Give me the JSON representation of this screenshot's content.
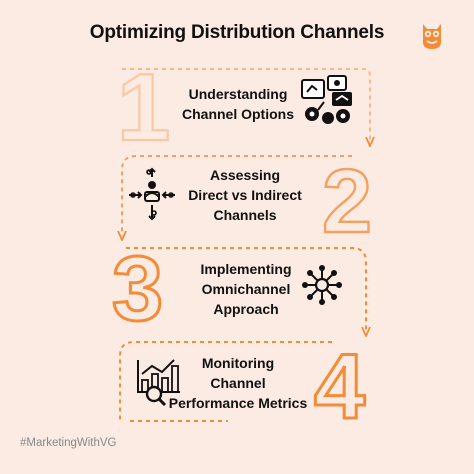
{
  "title": "Optimizing Distribution Channels",
  "brand_color": "#f28c38",
  "steps": [
    {
      "number": "1",
      "lines": [
        "Understanding",
        "Channel Options"
      ],
      "icon": "channel-options-icon"
    },
    {
      "number": "2",
      "lines": [
        "Assessing",
        "Direct vs Indirect",
        "Channels"
      ],
      "icon": "direct-indirect-icon"
    },
    {
      "number": "3",
      "lines": [
        "Implementing",
        "Omnichannel",
        "Approach"
      ],
      "icon": "omnichannel-network-icon"
    },
    {
      "number": "4",
      "lines": [
        "Monitoring",
        "Channel",
        "Performance Metrics"
      ],
      "icon": "performance-metrics-icon"
    }
  ],
  "footer": "#MarketingWithVG"
}
